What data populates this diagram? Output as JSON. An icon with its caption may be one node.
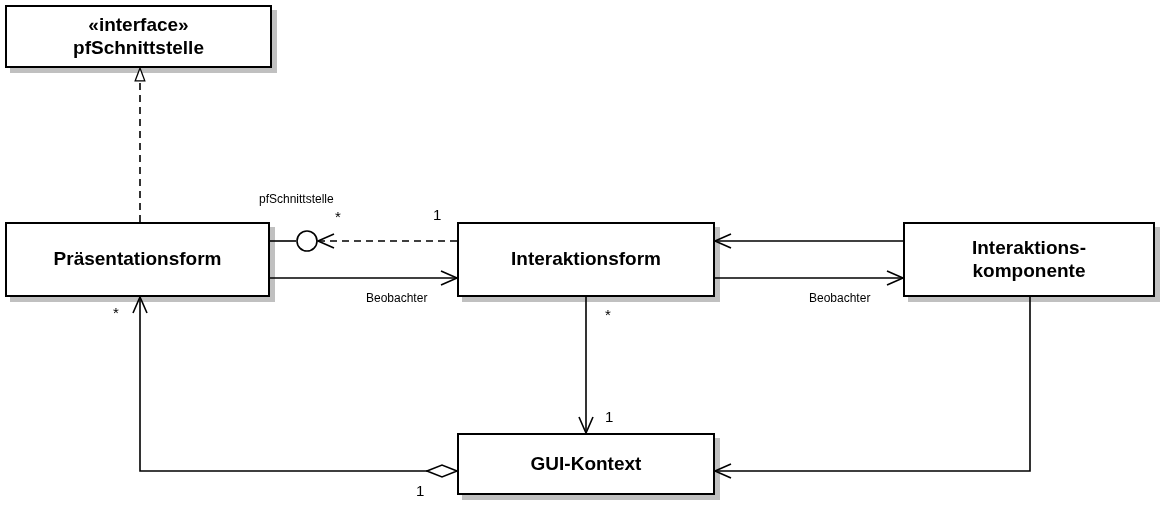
{
  "diagram": {
    "nodes": [
      {
        "text": [
          "«interface»",
          "pfSchnittstelle"
        ]
      },
      {
        "text": [
          "Präsentationsform"
        ]
      },
      {
        "text": [
          "Interaktionsform"
        ]
      },
      {
        "text": [
          "Interaktions- komponente"
        ]
      },
      {
        "text": [
          "GUI-Kontext"
        ]
      },
      {
        "text": [],
        "shape": "circle",
        "beside": [
          "pfSchnittstelle"
        ]
      }
    ],
    "edges": [
      {
        "from": 1,
        "to": 0,
        "arrow": "to",
        "style": "dashed"
      },
      {
        "from": 1,
        "to": 5,
        "arrow": "none"
      },
      {
        "from": 2,
        "to": 5,
        "arrow": "to",
        "style": "dashed"
      },
      {
        "from": 1,
        "to": 2,
        "arrow": "to",
        "label": "Beobachter"
      },
      {
        "from": 3,
        "to": 2,
        "arrow": "to"
      },
      {
        "from": 2,
        "to": 3,
        "arrow": "to",
        "label": "Beobachter"
      },
      {
        "from": 2,
        "to": 4,
        "arrow": "to"
      },
      {
        "from": 4,
        "to": 1,
        "arrow": "to"
      },
      {
        "from": 3,
        "to": 4,
        "arrow": "to"
      }
    ],
    "labels": [
      "*",
      "1",
      "*",
      "*",
      "1",
      "1"
    ]
  }
}
